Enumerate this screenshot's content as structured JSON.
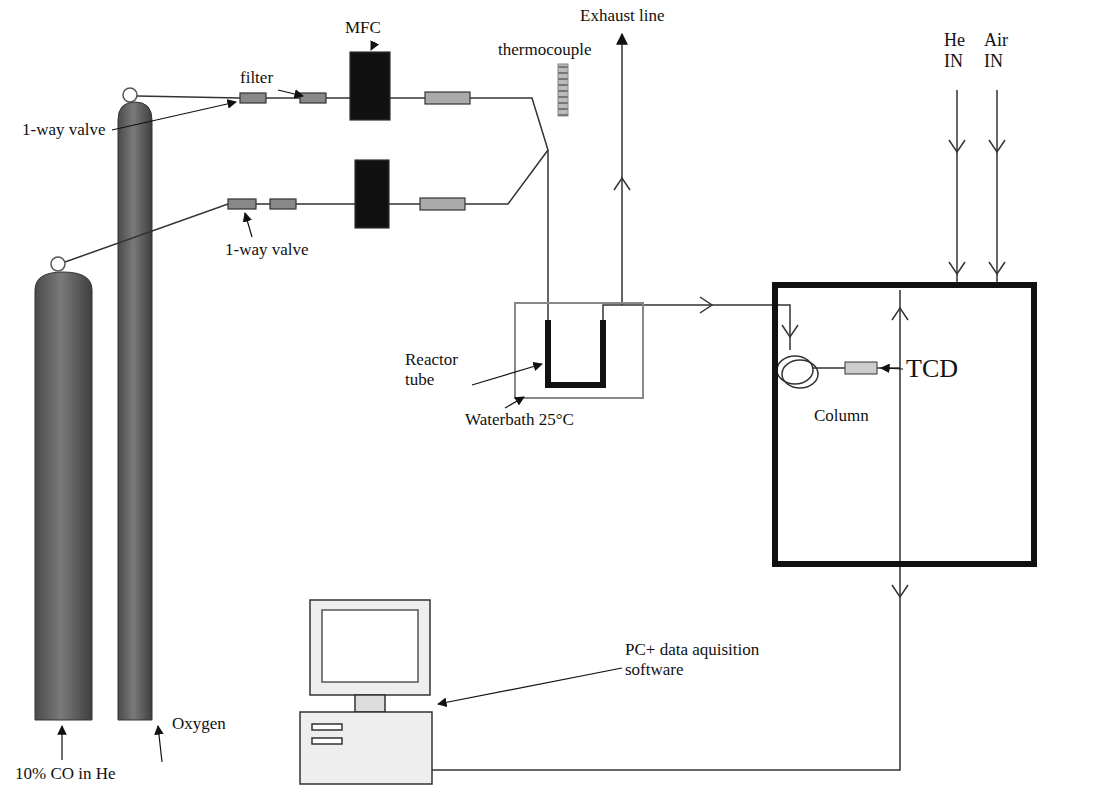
{
  "diagram": {
    "nodes": [
      {
        "text": [
          "Column"
        ]
      }
    ],
    "labels": [
      "1-way valve",
      "filter",
      "MFC",
      "thermocouple",
      "Exhaust line",
      "He IN",
      "Air IN",
      "TCD",
      "1-way valve",
      "Reactor tube",
      "Waterbath 25°C",
      "PC+ data aquisition software",
      "Oxygen",
      "10% CO in He"
    ]
  }
}
